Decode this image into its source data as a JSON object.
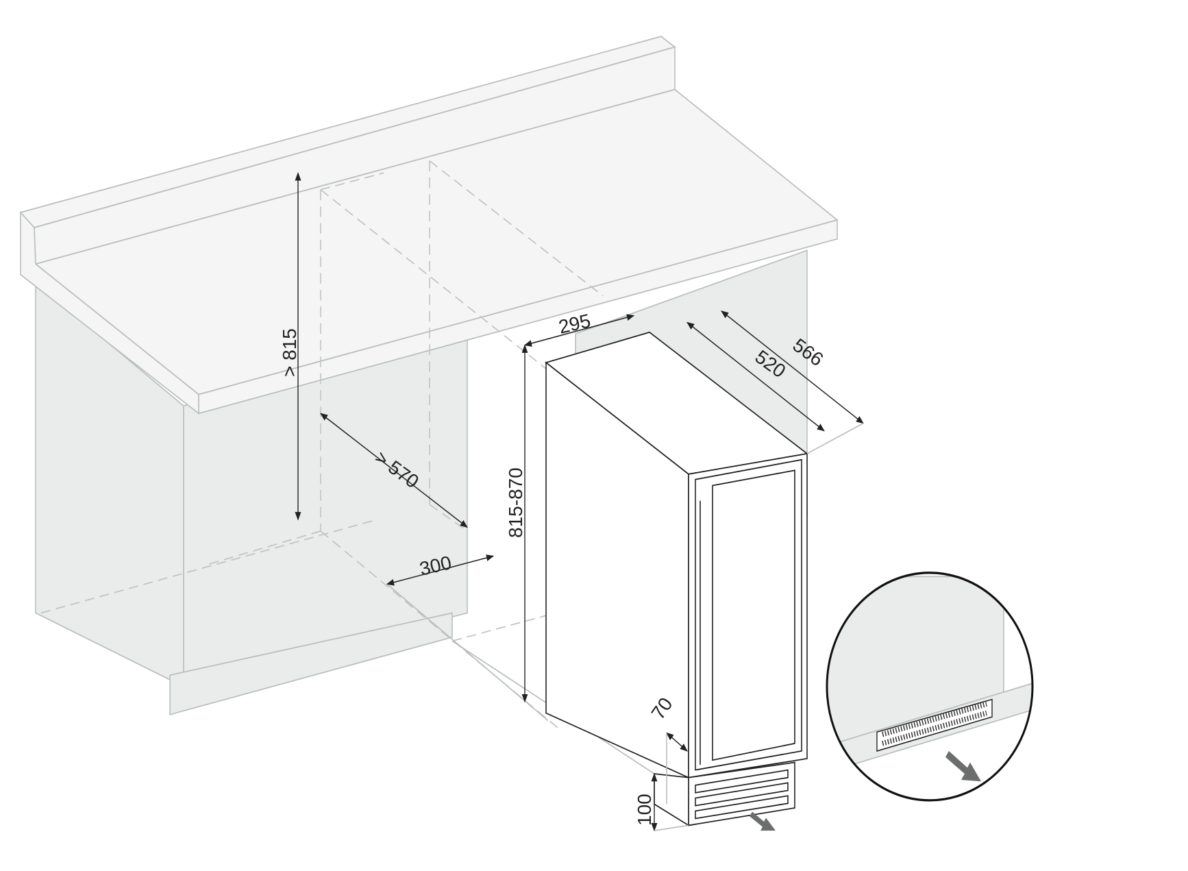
{
  "title": "Built-in wine cooler installation dimensions (mm)",
  "dimensions": {
    "niche_height": "> 815",
    "niche_depth": "> 570",
    "ventilation_opening": "300",
    "appliance_width": "295",
    "appliance_depth": "520",
    "appliance_depth_with_door": "566",
    "appliance_height": "815-870",
    "plinth_recess": "70",
    "plinth_height": "100"
  },
  "colors": {
    "line": "#222222",
    "furniture": "#e9ecea",
    "arrow": "#6b6e6d"
  }
}
